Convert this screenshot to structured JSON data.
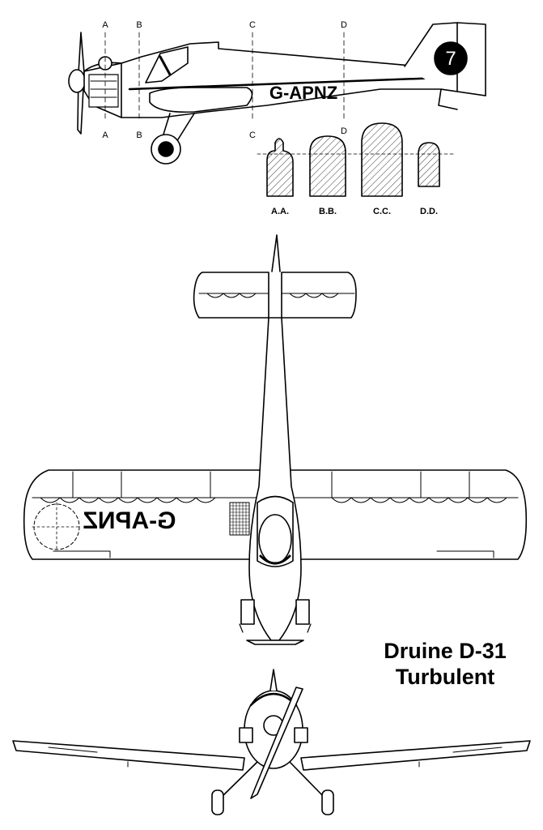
{
  "title": {
    "line1": "Druine D-31",
    "line2": "Turbulent"
  },
  "registration": "G-APNZ",
  "race_number": "7",
  "section_markers": [
    "A",
    "B",
    "C",
    "D"
  ],
  "section_labels": [
    "A.A.",
    "B.B.",
    "C.C.",
    "D.D."
  ],
  "colors": {
    "ink": "#000000",
    "paper": "#ffffff"
  }
}
